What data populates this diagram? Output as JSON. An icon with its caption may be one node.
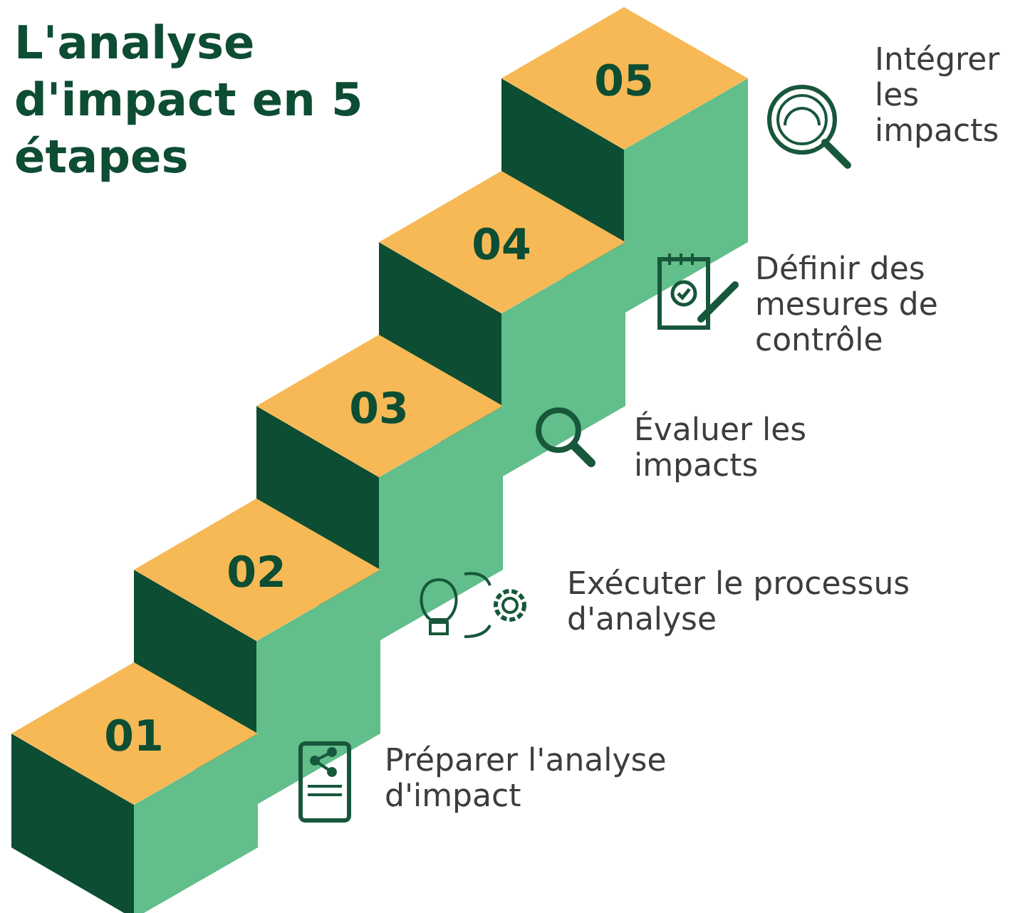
{
  "diagram": {
    "title": "L'analyse d'impact en 5 étapes",
    "nodes": [
      {
        "text": [
          "01"
        ]
      },
      {
        "text": [
          "02"
        ]
      },
      {
        "text": [
          "03"
        ]
      },
      {
        "text": [
          "04"
        ]
      },
      {
        "text": [
          "05"
        ]
      }
    ],
    "labels": [
      "Intégrer les impacts",
      "Définir des mesures de contrôle",
      "Évaluer les impacts",
      "Exécuter le processus d'analyse",
      "Préparer l'analyse d'impact"
    ]
  }
}
